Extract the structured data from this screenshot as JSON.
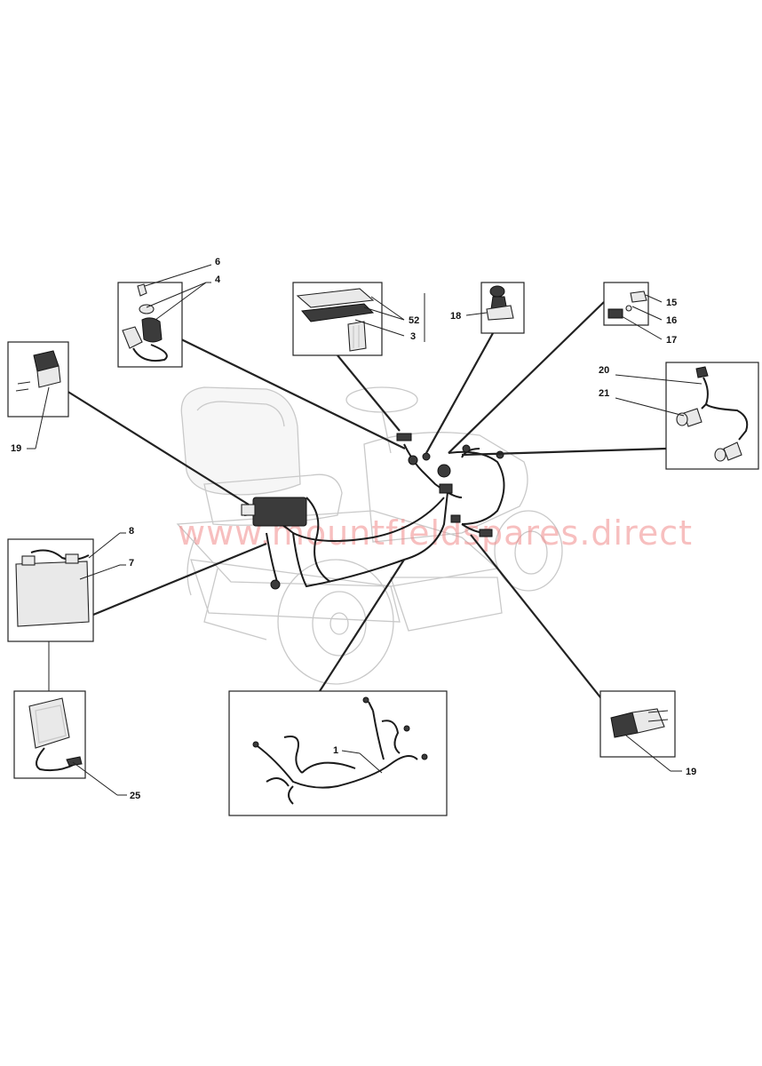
{
  "watermark": "www.mountfieldspares.direct",
  "callouts": {
    "c6": "6",
    "c4": "4",
    "c52": "52",
    "c3": "3",
    "c18": "18",
    "c15": "15",
    "c16": "16",
    "c17": "17",
    "c20": "20",
    "c21": "21",
    "c19_left": "19",
    "c8": "8",
    "c7": "7",
    "c25": "25",
    "c1": "1",
    "c19_right": "19"
  }
}
